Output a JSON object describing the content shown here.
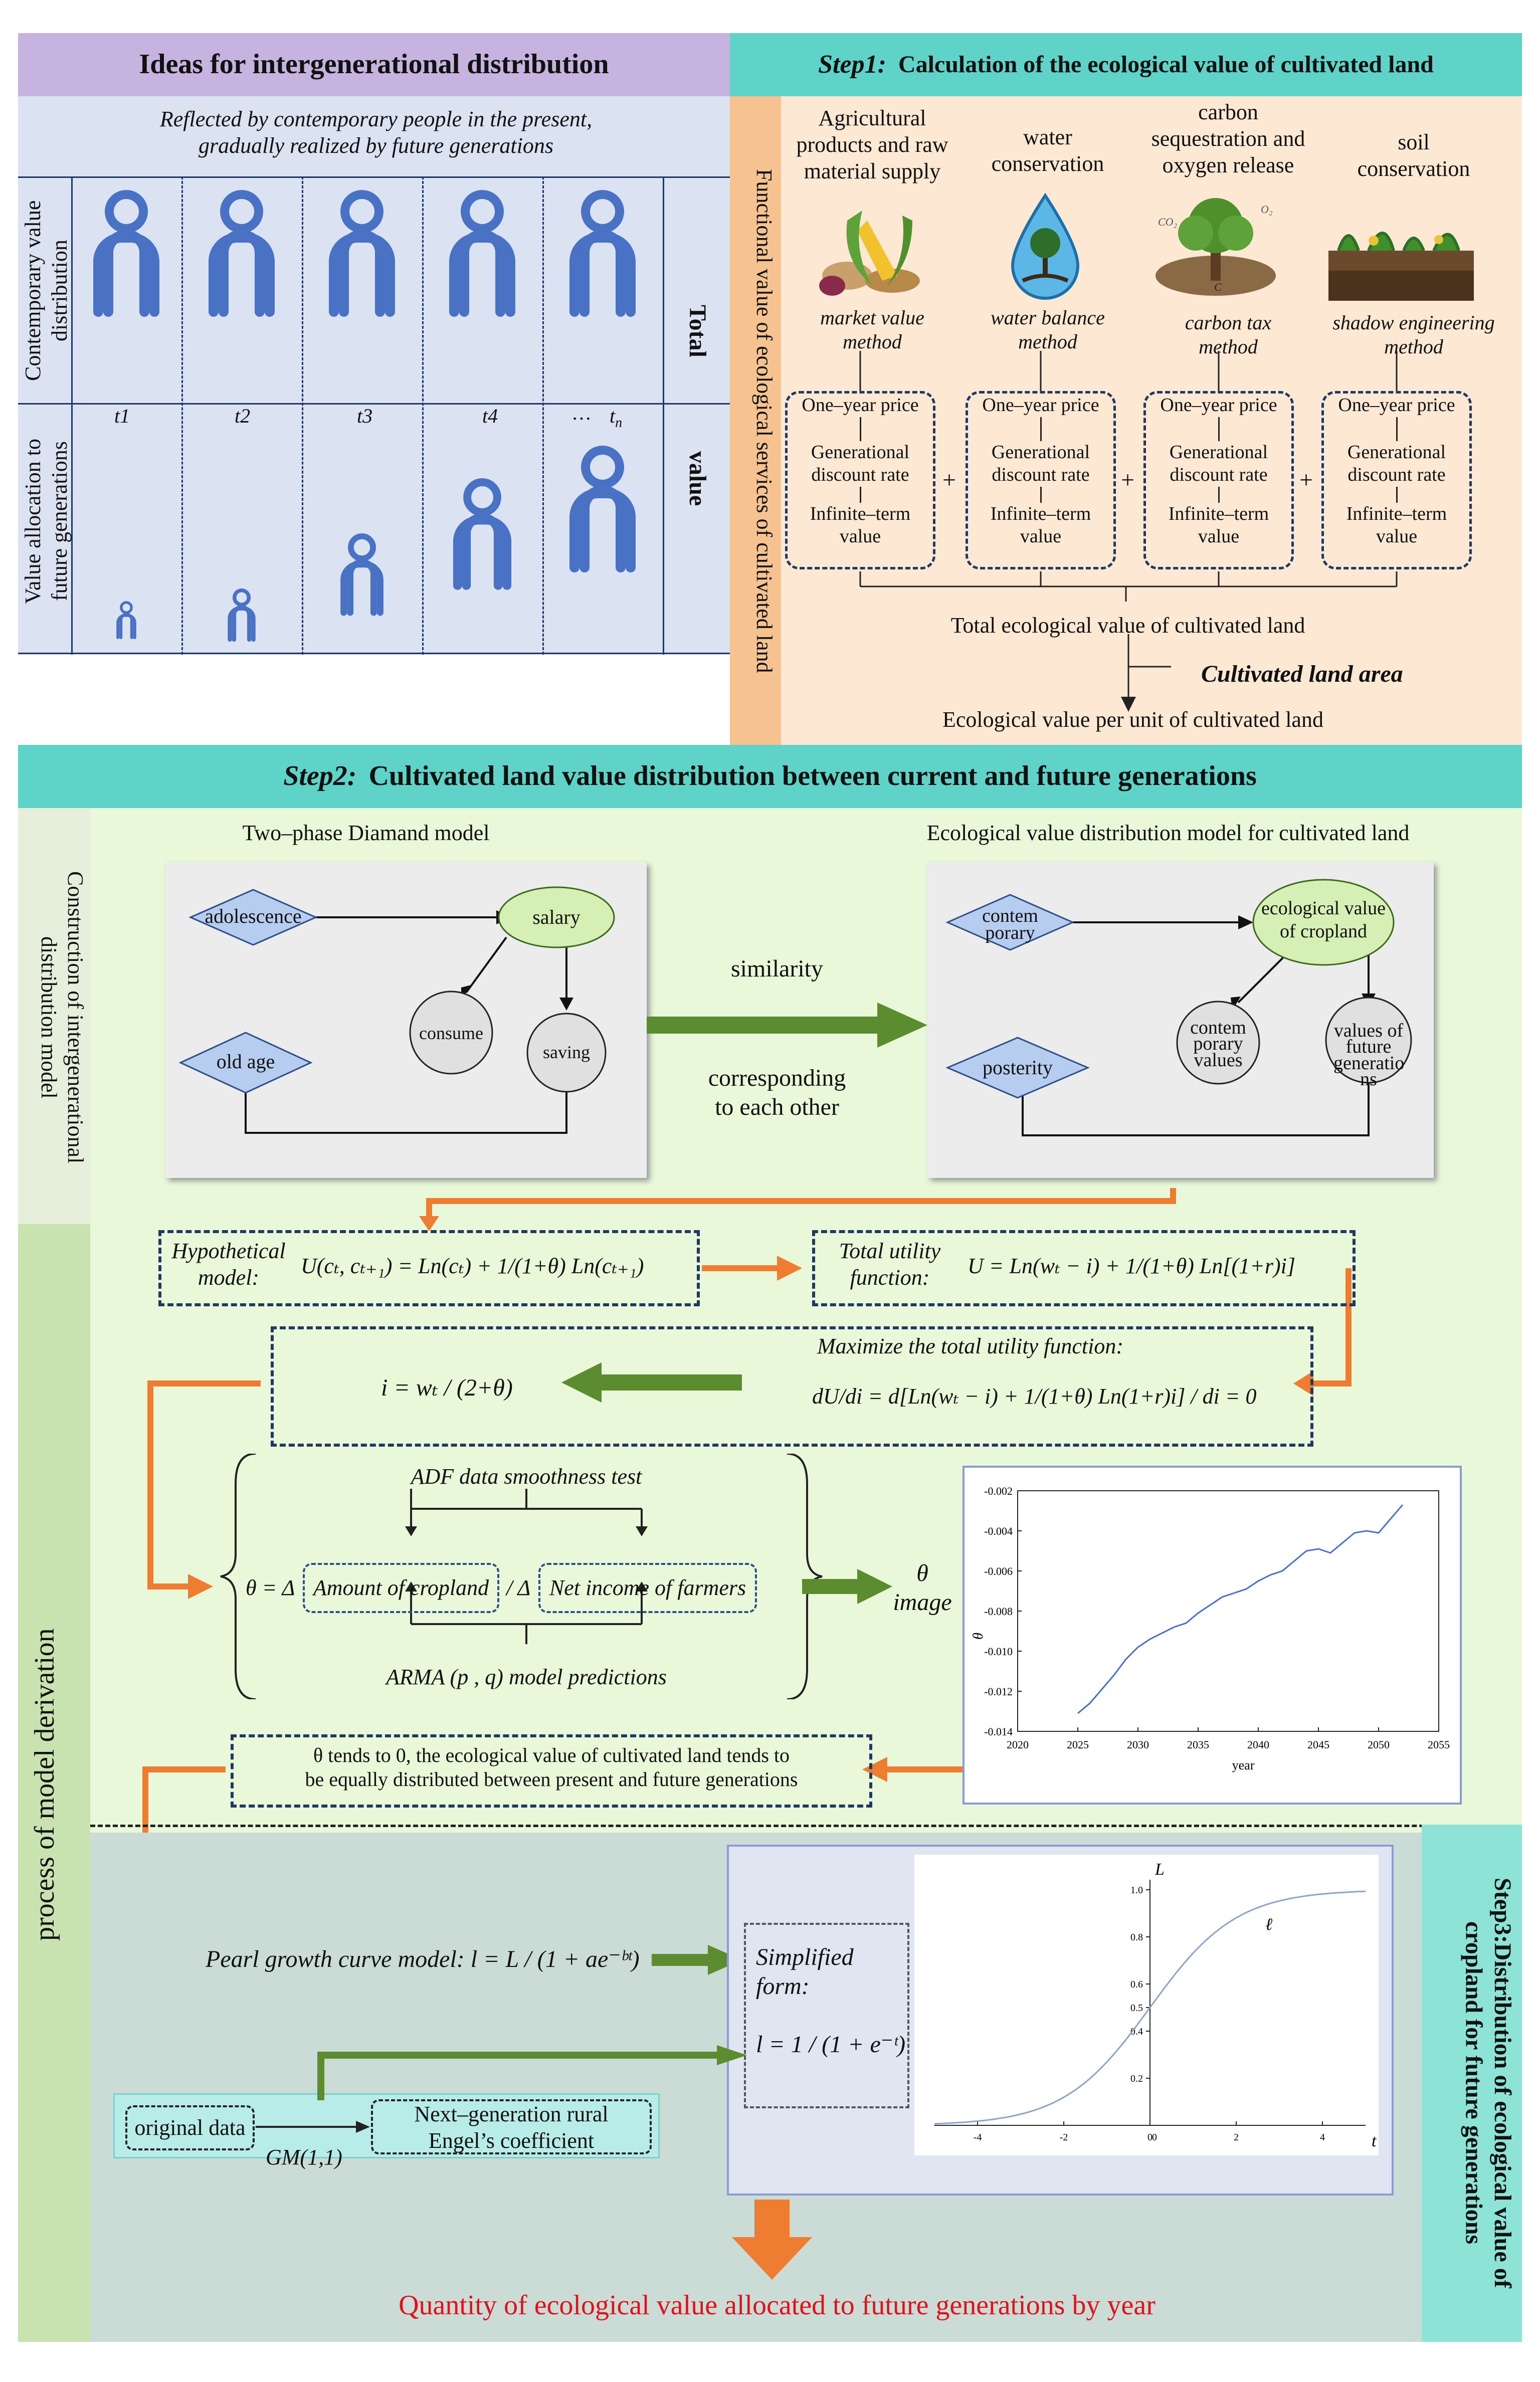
{
  "ideas": {
    "title": "Ideas for intergenerational distribution",
    "subtitle_line1": "Reflected by contemporary people in the present,",
    "subtitle_line2": "gradually realized by future generations",
    "row1_label": "Contemporary value distribution",
    "row2_label": "Value allocation to future generations",
    "total_label": "Total",
    "value_label": "value",
    "time_labels": [
      "t1",
      "t2",
      "t3",
      "t4",
      "t"
    ],
    "time_subscript": "n",
    "ellipsis": "…"
  },
  "step1": {
    "title_step": "Step1:",
    "title_text": "Calculation of the ecological value of  cultivated land",
    "side_label": "Functional value of ecological services of cultivated land",
    "services": [
      {
        "name_lines": [
          "Agricultural",
          "products and raw",
          "material supply"
        ],
        "method_lines": [
          "market value",
          "method"
        ],
        "icon": "corn-vegetables-icon"
      },
      {
        "name_lines": [
          "water",
          "conservation"
        ],
        "method_lines": [
          "water balance",
          "method"
        ],
        "icon": "water-drop-tree-icon"
      },
      {
        "name_lines": [
          "carbon",
          "sequestration and",
          "oxygen release"
        ],
        "method_lines": [
          "carbon tax",
          "method"
        ],
        "icon": "tree-co2-icon"
      },
      {
        "name_lines": [
          "soil",
          "conservation"
        ],
        "method_lines": [
          "shadow engineering",
          "method"
        ],
        "icon": "soil-plants-icon"
      }
    ],
    "box_items": [
      "One–year price",
      "Generational",
      "discount rate",
      "Infinite–term",
      "value"
    ],
    "plus": "+",
    "total": "Total ecological value of cultivated land",
    "area": "Cultivated land area",
    "per_unit": "Ecological value per unit of cultivated land",
    "co2": "CO₂",
    "o2": "O₂",
    "c": "C"
  },
  "step2": {
    "title_step": "Step2:",
    "title_text": "Cultivated land value distribution between current and future generations",
    "construction_label": "Construction of intergenerational distribution model",
    "process_label": "process of model derivation",
    "diamond_title": "Two–phase Diamand model",
    "eco_title": "Ecological value distribution model for cultivated land",
    "diamond": {
      "adolescence": "adolescence",
      "salary": "salary",
      "consume": "consume",
      "saving": "saving",
      "old_age": "old age"
    },
    "eco": {
      "contemporary": "contem porary",
      "ecological": "ecological value of cropland",
      "contemporary_values": "contem porary values",
      "future_values": "values of future generatio ns",
      "posterity": "posterity"
    },
    "similarity": "similarity",
    "corresponding_line1": "corresponding",
    "corresponding_line2": "to each other",
    "hyp_label_line1": "Hypothetical",
    "hyp_label_line2": "model:",
    "hyp_formula": "U(cₜ, cₜ₊₁) = Ln(cₜ) + 1/(1+θ) Ln(cₜ₊₁)",
    "tu_label_line1": "Total utility",
    "tu_label_line2": "function:",
    "tu_formula": "U = Ln(wₜ − i) + 1/(1+θ) Ln[(1+r)i]",
    "maximize": "Maximize the total utility function",
    "max_colon": ":",
    "i_formula": "i = wₜ / (2+θ)",
    "derivative_formula": "dU/di = d[Ln(wₜ − i) + 1/(1+θ) Ln(1+r)i] / di = 0",
    "adf": "ADF data smoothness test",
    "arma": "ARMA (p , q) model predictions",
    "theta_eq": "θ = Δ",
    "amount_cropland": "Amount of cropland",
    "slash": "/ Δ",
    "net_income": "Net income of farmers",
    "theta_image_line1": "θ",
    "theta_image_line2": "image",
    "conclusion_line1": "θ tends to 0, the ecological value of cultivated land tends to",
    "conclusion_line2": "be equally distributed between present and future generations"
  },
  "theta_chart": {
    "type": "line",
    "x": [
      2025,
      2026,
      2027,
      2028,
      2029,
      2030,
      2031,
      2032,
      2033,
      2034,
      2035,
      2036,
      2037,
      2038,
      2039,
      2040,
      2041,
      2042,
      2043,
      2044,
      2045,
      2046,
      2047,
      2048,
      2049,
      2050,
      2051,
      2052
    ],
    "y": [
      -0.0131,
      -0.0126,
      -0.0119,
      -0.0112,
      -0.0104,
      -0.0098,
      -0.0094,
      -0.0091,
      -0.0088,
      -0.0086,
      -0.0081,
      -0.0077,
      -0.0073,
      -0.0071,
      -0.0069,
      -0.0065,
      -0.0062,
      -0.006,
      -0.0055,
      -0.005,
      -0.0049,
      -0.0051,
      -0.0046,
      -0.0041,
      -0.004,
      -0.0041,
      -0.0034,
      -0.0027
    ],
    "xlim": [
      2020,
      2055
    ],
    "ylim": [
      -0.014,
      -0.002
    ],
    "xticks": [
      "2020",
      "2025",
      "2030",
      "2035",
      "2040",
      "2045",
      "2050",
      "2055"
    ],
    "yticks": [
      "-0.002",
      "-0.004",
      "-0.006",
      "-0.008",
      "-0.010",
      "-0.012",
      "-0.014"
    ],
    "xlabel": "year",
    "ylabel": "θ",
    "color": "#4a6fd0"
  },
  "step3": {
    "title": "Step3:Distribution of ecological value of cropland for future generations",
    "pearl_label": "Pearl growth curve model: ",
    "pearl_formula": "l = L / (1 + ae⁻ᵇᵗ)",
    "simplified_line1": "Simplified",
    "simplified_line2": "form:",
    "simplified_formula": "l = 1 / (1 + e⁻ᵗ)",
    "original_data": "original data",
    "next_gen_line1": "Next–generation rural",
    "next_gen_line2": "Engel’s coefficient",
    "gm": "GM(1,1)",
    "final": "Quantity of ecological value allocated to future generations by year"
  },
  "logistic_chart": {
    "type": "line",
    "function": "1/(1+e^-t)",
    "xlim": [
      -5,
      5
    ],
    "ylim": [
      0,
      1
    ],
    "xticks": [
      "-4",
      "-2",
      "0",
      "2",
      "4"
    ],
    "yticks": [
      "0.2",
      "0.4",
      "0.5",
      "0.6",
      "0.8",
      "1.0"
    ],
    "xlabel": "t",
    "ylabel": "L",
    "curve_label": "ℓ",
    "color": "#8da3c9"
  },
  "colors": {
    "ideas_header": "#c6b3df",
    "ideas_bg": "#dbe3f2",
    "step1_header": "#5fd3c8",
    "step1_bg": "#fde8d4",
    "step1_side": "#f6c28f",
    "step2_header": "#5fd3c8",
    "step2_bg": "#e8f8d8",
    "construction_bg": "#e6efdc",
    "process_bg": "#c8e2b0",
    "step3_bg": "#cbdcd6",
    "step3_side": "#8de3d5",
    "figure_blue": "#4a72c4",
    "node_blue": "#b7cdef",
    "node_green": "#d6efb4",
    "arrow_orange": "#ee7d31",
    "arrow_green": "#5b8c2f",
    "final_red": "#e3101a"
  }
}
